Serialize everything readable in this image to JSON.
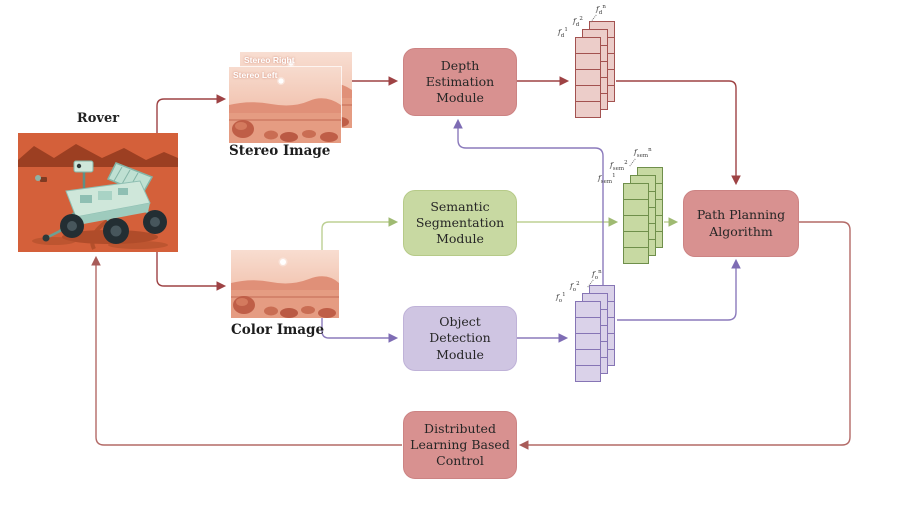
{
  "scene": {
    "rover_label": "Rover",
    "stereo": {
      "right_label": "Stereo Right",
      "left_label": "Stereo Left",
      "caption": "Stereo Image"
    },
    "color_caption": "Color Image"
  },
  "modules": {
    "depth": {
      "lines": [
        "Depth",
        "Estimation",
        "Module"
      ]
    },
    "semantic": {
      "lines": [
        "Semantic",
        "Segmentation",
        "Module"
      ]
    },
    "object": {
      "lines": [
        "Object",
        "Detection",
        "Module"
      ]
    },
    "path": {
      "lines": [
        "Path Planning",
        "Algorithm"
      ]
    },
    "control": {
      "lines": [
        "Distributed",
        "Learning Based",
        "Control"
      ]
    }
  },
  "features": {
    "depth": {
      "f1": {
        "base": "f",
        "sub": "d",
        "sup": "1"
      },
      "f2": {
        "base": "f",
        "sub": "d",
        "sup": "2"
      },
      "fn": {
        "base": "f",
        "sub": "d",
        "sup": "n"
      }
    },
    "semantic": {
      "f1": {
        "base": "f",
        "sub": "sem",
        "sup": "1"
      },
      "f2": {
        "base": "f",
        "sub": "sem",
        "sup": "2"
      },
      "fn": {
        "base": "f",
        "sub": "sem",
        "sup": "n"
      }
    },
    "object": {
      "f1": {
        "base": "f",
        "sub": "o",
        "sup": "1"
      },
      "f2": {
        "base": "f",
        "sub": "o",
        "sup": "2"
      },
      "fn": {
        "base": "f",
        "sub": "o",
        "sup": "n"
      }
    }
  },
  "colors": {
    "module_pink": "#d89190",
    "module_green": "#c8d9a2",
    "module_purple": "#cfc5e2",
    "stack_pink_border": "#a35250",
    "stack_green_border": "#6f8f4b",
    "stack_purple_border": "#8675b5",
    "wire_red": "#9e4244",
    "wire_red_light": "#ba7975",
    "wire_green": "#bdd094",
    "wire_purple": "#8b7abc"
  }
}
